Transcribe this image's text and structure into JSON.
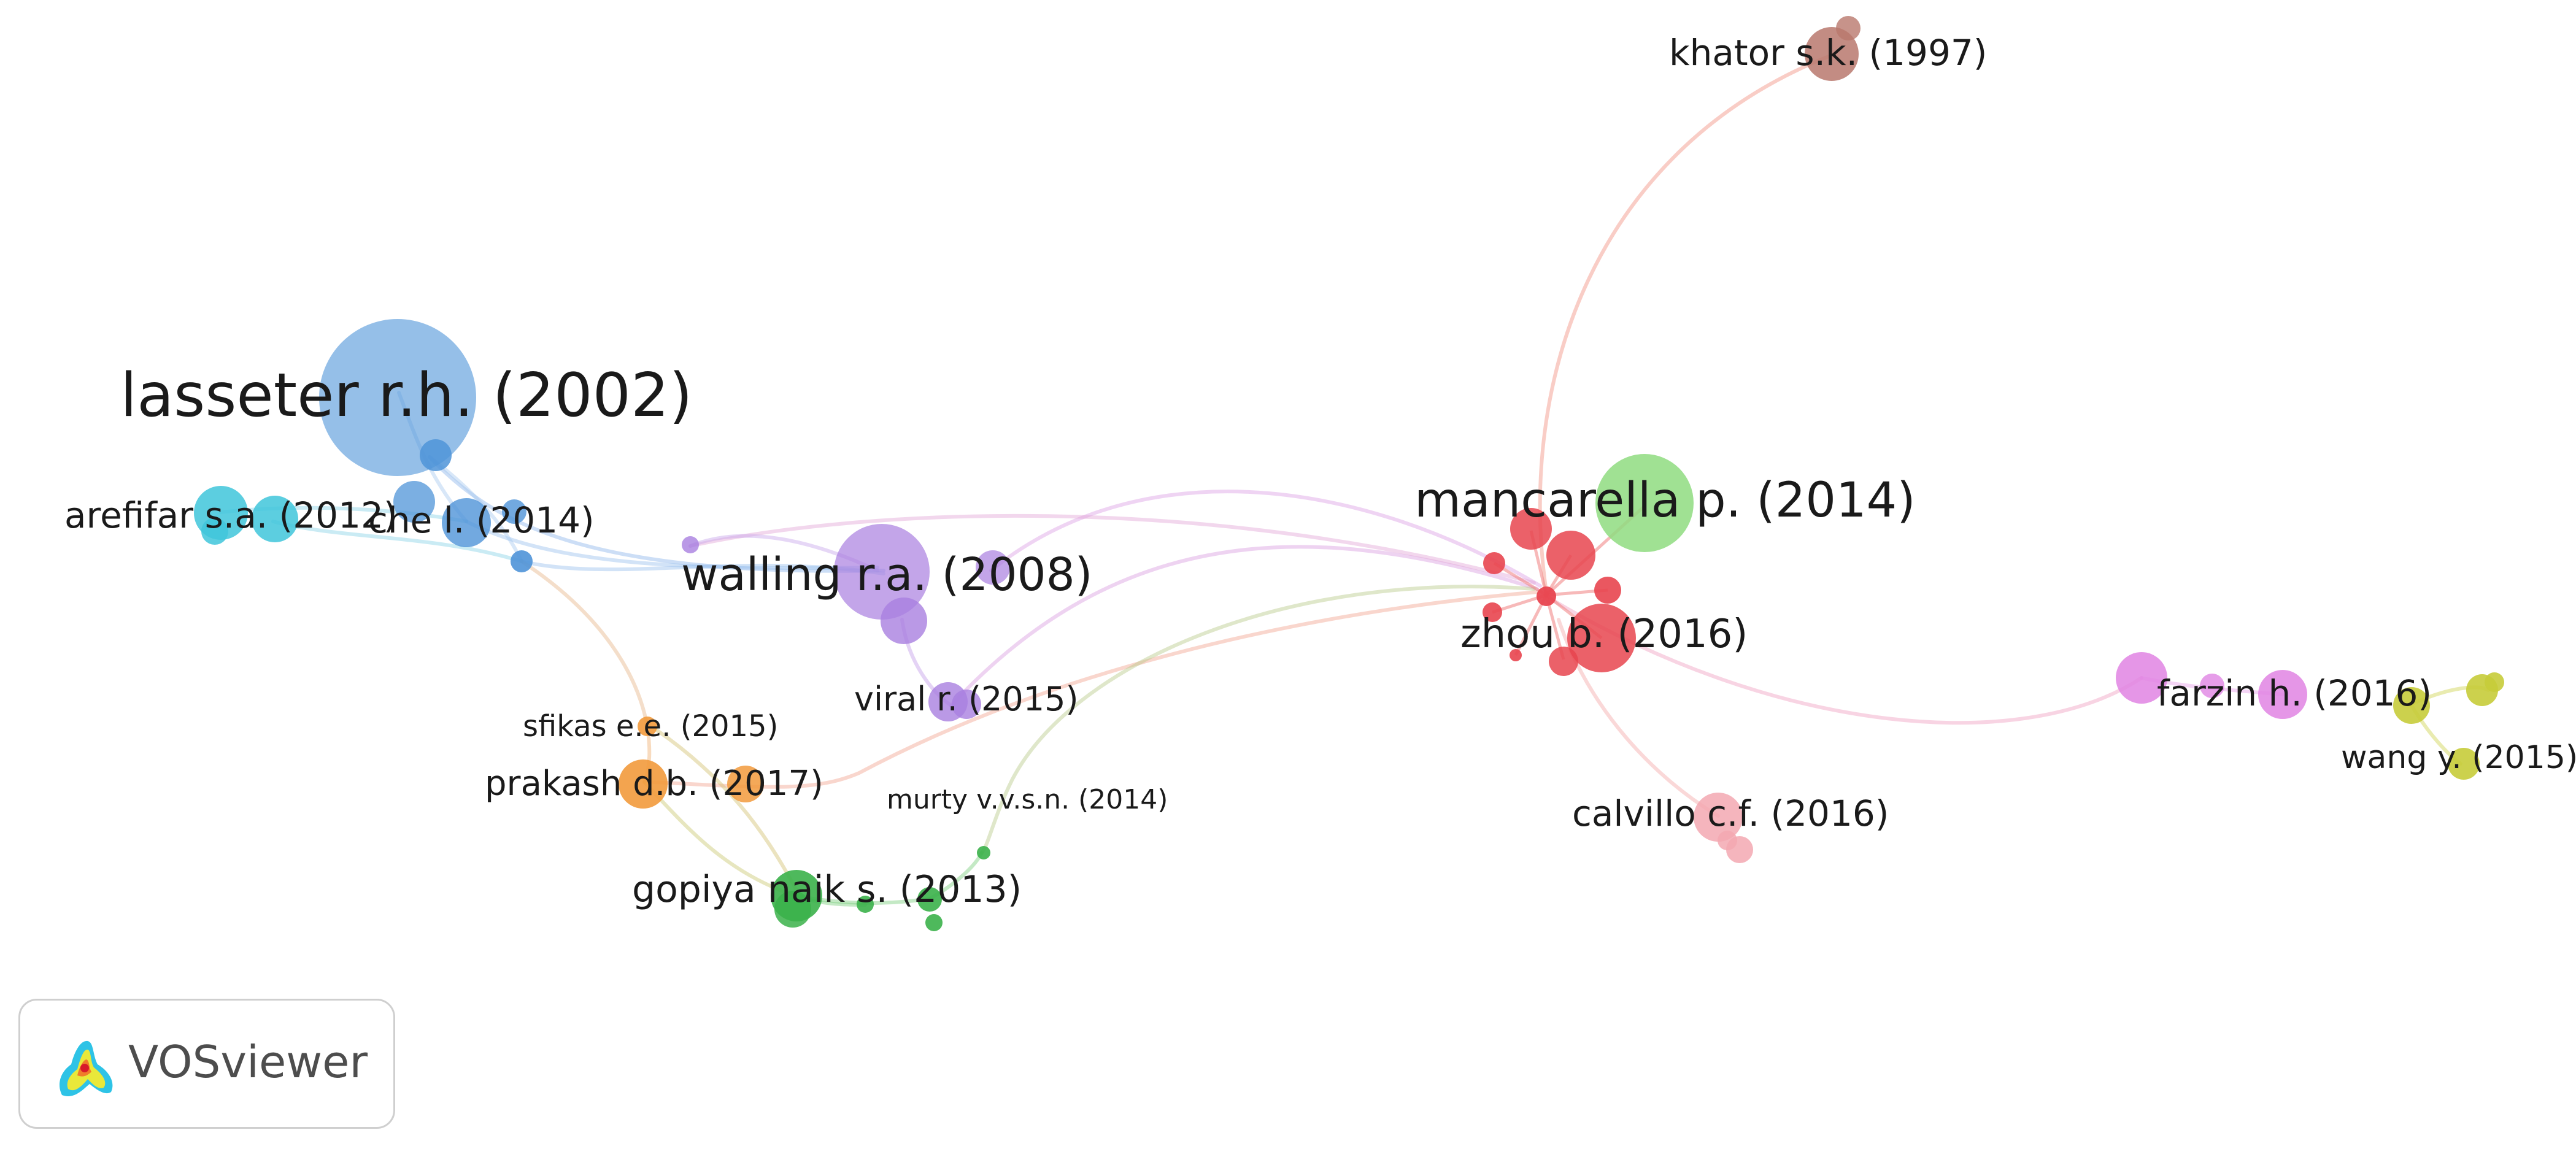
{
  "app": {
    "logo_text": "VOSviewer"
  },
  "clusters": {
    "red": "#e8454f",
    "blue": "#4f94d8",
    "light_blue": "#8cc1ec",
    "cyan": "#3fc6da",
    "purple": "#a97fe0",
    "green": "#3bb14a",
    "light_green": "#8fdc80",
    "orange": "#f29a3c",
    "brown": "#b9786d",
    "pink": "#f3a8b1",
    "magenta": "#e084e3",
    "yellow": "#c6cc3a"
  },
  "labels": {
    "lasseter": "lasseter r.h. (2002)",
    "arefifar": "arefifar s.a. (2012)",
    "che": "che l. (2014)",
    "walling": "walling r.a. (2008)",
    "viral": "viral r. (2015)",
    "sfikas": "sfikas e.e. (2015)",
    "prakash": "prakash d.b. (2017)",
    "murty": "murty v.v.s.n. (2014)",
    "gopiya": "gopiya naik s. (2013)",
    "mancarella": "mancarella p. (2014)",
    "zhou": "zhou b. (2016)",
    "khator": "khator s.k. (1997)",
    "calvillo": "calvillo c.f. (2016)",
    "farzin": "farzin h. (2016)",
    "wang": "wang y. (2015)"
  }
}
